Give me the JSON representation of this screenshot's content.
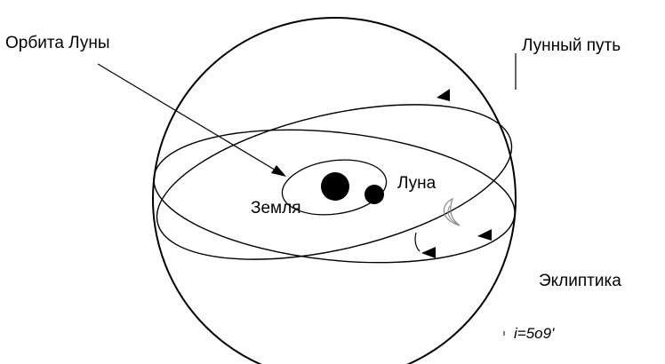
{
  "labels": {
    "moon_orbit": "Орбита Луны",
    "lunar_path": "Лунный путь",
    "earth": "Земля",
    "moon": "Луна",
    "ecliptic": "Эклиптика",
    "inclination": "i=5o9'"
  },
  "colors": {
    "line": "#000000",
    "background": "#ffffff",
    "crescent": "#888888"
  },
  "icons": {
    "earth": "filled-circle",
    "moon": "filled-circle",
    "moon_phase": "crescent",
    "direction_markers": "triangle-arrow"
  }
}
